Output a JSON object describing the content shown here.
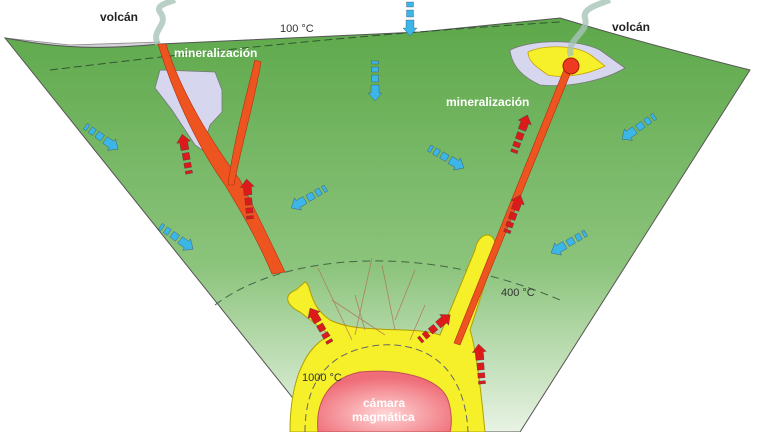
{
  "labels": {
    "volcano_left": "volcán",
    "volcano_right": "volcán",
    "mineralization_left": "mineralización",
    "mineralization_right": "mineralización",
    "magma_chamber_line1": "cámara",
    "magma_chamber_line2": "magmática"
  },
  "isotherms": {
    "t100": "100 °C",
    "t400": "400 °C",
    "t1000": "1000 °C"
  },
  "colors": {
    "crust": "#6fb25a",
    "magma_halo": "#f6f02a",
    "magma_core": "#f27a80",
    "vein": "#ee5420",
    "meteoric_arrow": "#3bb6e6",
    "magmatic_arrow": "#dd1a1a",
    "alteration": "#d6d6ee"
  }
}
